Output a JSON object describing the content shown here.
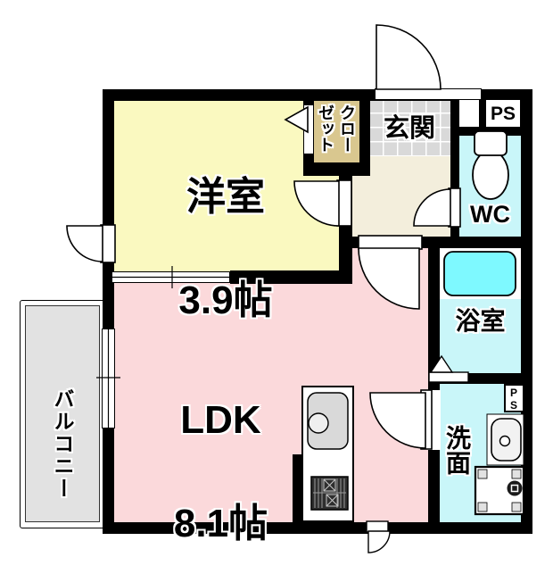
{
  "rooms": {
    "western_room": {
      "name": "洋室",
      "area": "3.9帖"
    },
    "ldk": {
      "name": "LDK",
      "area": "8.1帖"
    },
    "entrance": {
      "name": "玄関"
    },
    "closet": {
      "name": "クローゼット"
    },
    "toilet": {
      "name": "WC"
    },
    "bathroom": {
      "name": "浴室"
    },
    "washroom": {
      "name": "洗面"
    },
    "balcony": {
      "name": "バルコニー"
    },
    "pipe_space_top": {
      "name": "PS"
    },
    "pipe_space_side": {
      "name": "PS"
    }
  },
  "colors": {
    "wall": "#000000",
    "western_room_fill": "#faf9c0",
    "ldk_fill": "#fbd9db",
    "wet_area_fill": "#c9f6f9",
    "bathtub_fill": "#7ef9ff",
    "closet_fill": "#d9c78f",
    "hall_fill": "#f3eedc",
    "entrance_tile_fill": "#d9d9d9",
    "balcony_fill": "#e2e2e2"
  },
  "icons": {
    "toilet": "toilet-icon",
    "bathtub": "bathtub-icon",
    "kitchen_sink": "kitchen-sink-icon",
    "stove": "stove-icon",
    "wash_basin": "wash-basin-icon",
    "washing_machine": "washing-machine-icon",
    "closet_arrow": "closet-open-arrow-icon"
  }
}
